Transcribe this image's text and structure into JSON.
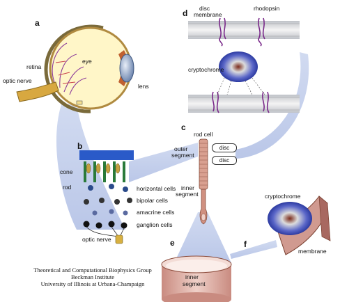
{
  "panels": {
    "a": "a",
    "b": "b",
    "c": "c",
    "d": "d",
    "e": "e",
    "f": "f"
  },
  "labels": {
    "eye": "eye",
    "retina": "retina",
    "optic_nerve_a": "optic nerve",
    "lens": "lens",
    "disc_membrane_line1": "disc",
    "disc_membrane_line2": "membrane",
    "rhodopsin": "rhodopsin",
    "cryptochrome_d": "cryptochrome",
    "rod_cell": "rod cell",
    "outer_segment_line1": "outer",
    "outer_segment_line2": "segment",
    "disc_1": "disc",
    "disc_2": "disc",
    "inner_segment_c_line1": "inner",
    "inner_segment_c_line2": "segment",
    "cone": "cone",
    "rod": "rod",
    "horizontal_cells": "horizontal cells",
    "bipolar_cells": "bipolar cells",
    "amacrine_cells": "amacrine cells",
    "ganglion_cells": "ganglion cells",
    "optic_nerve_b": "optic nerve",
    "cryptochrome_f": "cryptochrome",
    "membrane": "membrane",
    "inner_segment_e_line1": "inner",
    "inner_segment_e_line2": "segment"
  },
  "credit": {
    "line1": "Theoretical and Computational Biophysics Group",
    "line2": "Beckman Institute",
    "line3": "University of Illinois at Urbana-Champaign"
  }
}
